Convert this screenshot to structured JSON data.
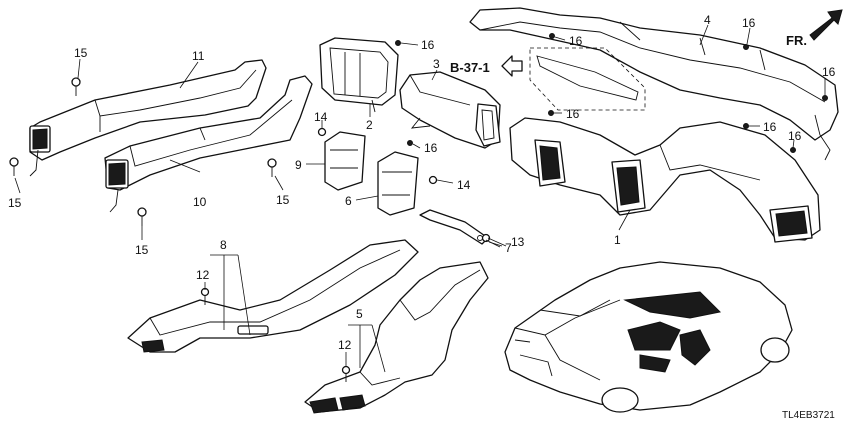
{
  "diagram": {
    "direction_label": "FR.",
    "reference_label": "B-37-1",
    "drawing_code": "TL4EB3721",
    "callouts": {
      "c1": "1",
      "c2": "2",
      "c3": "3",
      "c4": "4",
      "c5": "5",
      "c6": "6",
      "c7": "7",
      "c8": "8",
      "c9": "9",
      "c10": "10",
      "c11": "11",
      "c12a": "12",
      "c12b": "12",
      "c13": "13",
      "c14a": "14",
      "c14b": "14",
      "c15a": "15",
      "c15b": "15",
      "c15c": "15",
      "c15d": "15",
      "c16a": "16",
      "c16b": "16",
      "c16c": "16",
      "c16d": "16",
      "c16e": "16",
      "c16f": "16",
      "c16g": "16"
    }
  }
}
